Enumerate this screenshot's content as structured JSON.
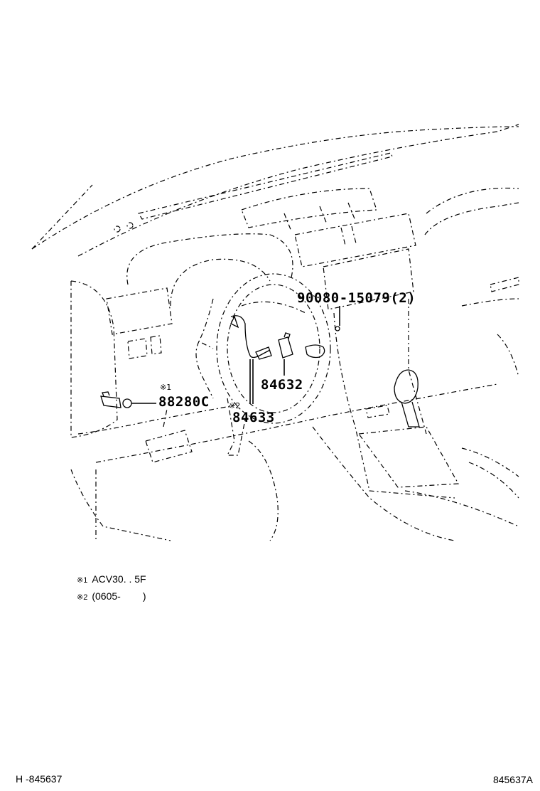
{
  "parts": {
    "p1": "90080-15079(2)",
    "p2": "84632",
    "p3": "88280C",
    "p4": "84633"
  },
  "marks": {
    "m1": "※1",
    "m2": "※2"
  },
  "notes": [
    {
      "mark": "※1",
      "text": "ACV30. . 5F"
    },
    {
      "mark": "※2",
      "text": "(0605-        )"
    }
  ],
  "footer": {
    "left_code": "H -845637",
    "right_code": "845637A"
  }
}
